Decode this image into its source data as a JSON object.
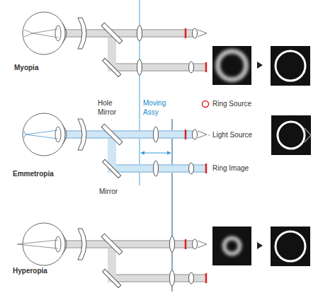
{
  "diagram": {
    "labels": [
      "Myopia",
      "Hole Mirror",
      "Moving Assy",
      "Ring Source",
      "Light Source",
      "Emmetropia",
      "Mirror",
      "Ring Image",
      "Hyperopia"
    ]
  }
}
